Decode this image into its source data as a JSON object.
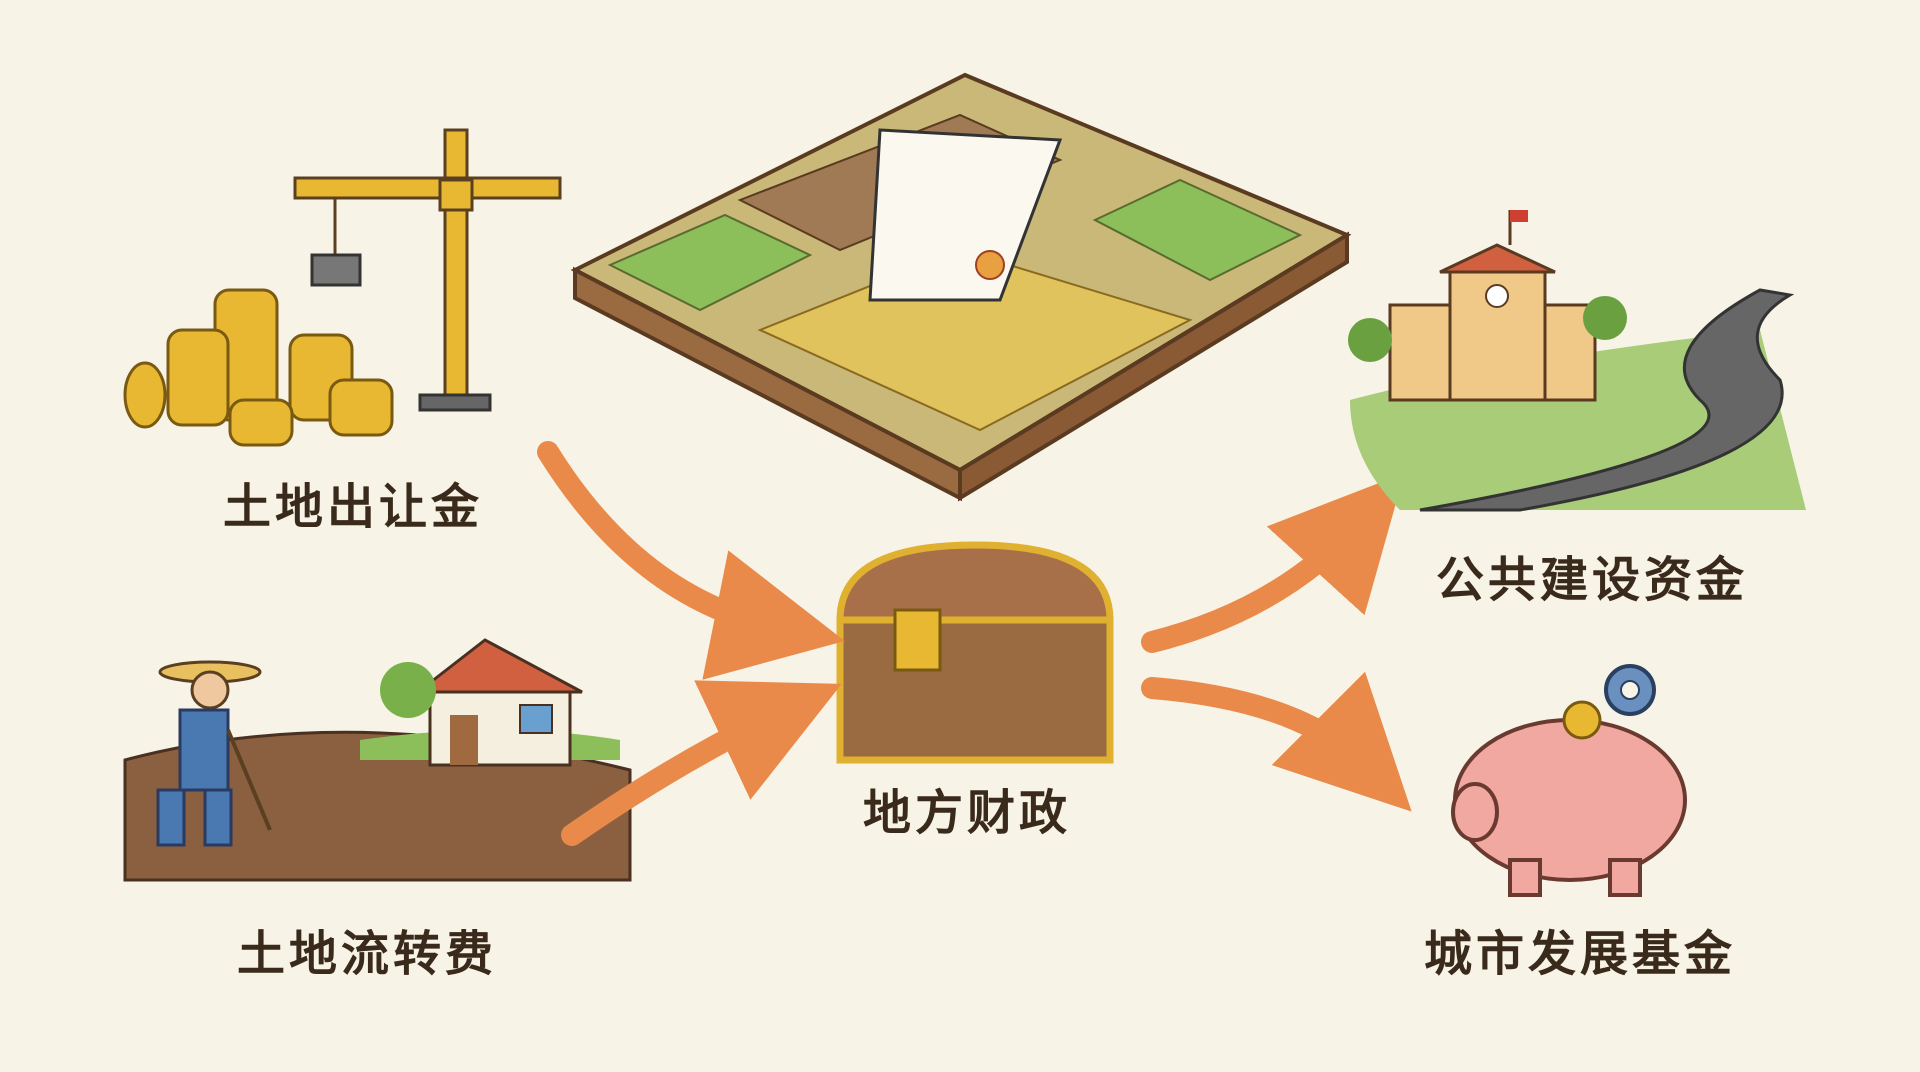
{
  "labels": {
    "land_transfer_fee": "土地出让金",
    "land_circulation_fee": "土地流转费",
    "local_finance": "地方财政",
    "public_construction_funds": "公共建设资金",
    "urban_development_fund": "城市发展基金"
  },
  "colors": {
    "background": "#f7f3e6",
    "arrow": "#e98a4a",
    "text": "#3a2a1c",
    "gold": "#e8b832",
    "wood": "#9a6a40"
  }
}
